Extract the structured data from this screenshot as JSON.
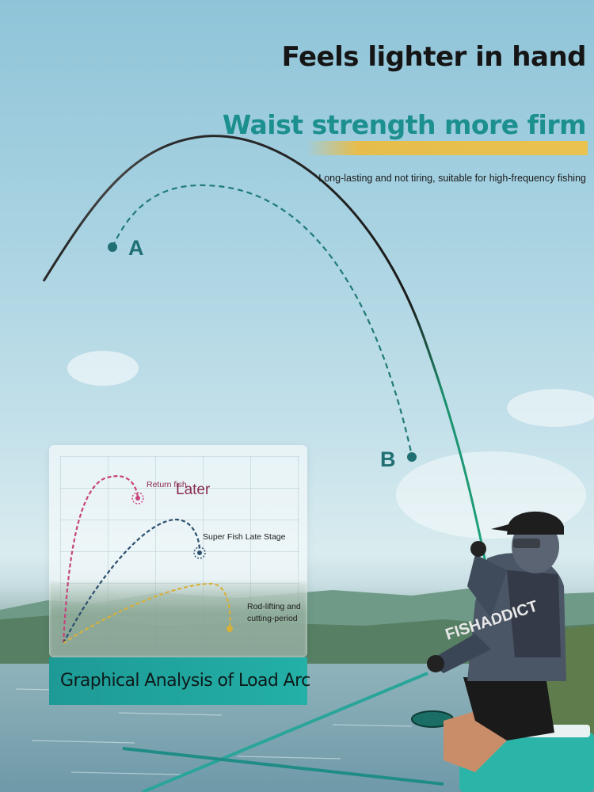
{
  "headline": "Feels lighter in hand",
  "subheadline": "Waist strength more firm",
  "tagline": "Long-lasting and not tiring, suitable for high-frequency fishing",
  "points": {
    "a": "A",
    "b": "B"
  },
  "panel": {
    "title": "Graphical Analysis of Load Arc",
    "later": "Later",
    "curves": [
      {
        "label": "Return fish",
        "color": "#c7427b"
      },
      {
        "label": "Super Fish Late Stage",
        "color": "#2c4f6e"
      },
      {
        "label": "Rod-lifting and cutting-period",
        "label_line1": "Rod-lifting and",
        "label_line2": "cutting-period",
        "color": "#d7b13a"
      }
    ]
  },
  "colors": {
    "accent_teal": "#1c8f8f",
    "accent_gold": "#e6bd4c",
    "banner": "#1e9a96"
  }
}
